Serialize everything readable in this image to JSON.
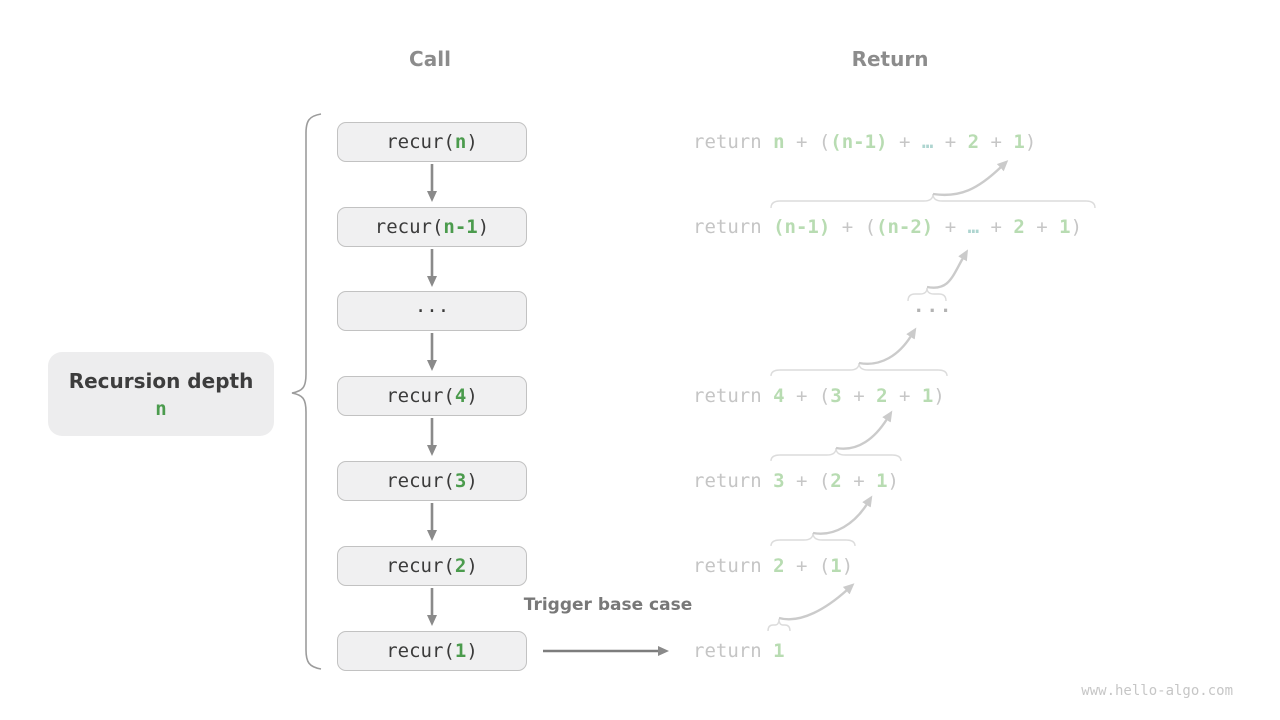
{
  "page": {
    "watermark": "www.hello-algo.com",
    "background": "#ffffff"
  },
  "headers": {
    "call": "Call",
    "return": "Return"
  },
  "depth_label": {
    "line1": "Recursion depth",
    "line2": "n"
  },
  "trigger_label": "Trigger base case",
  "colors": {
    "green_bold": "#4b9b4d",
    "green_light": "#b8dcb2",
    "teal_light": "#aed5d0",
    "code_text": "#3b3b3b",
    "muted_text": "#c5c5c5",
    "header_gray": "#8c8c8c",
    "box_bg": "#f0f0f1",
    "box_border": "#c2c2c2",
    "call_arrow": "#8a8a8a",
    "return_arrow": "#cbcbcb",
    "brace_light": "#dcdcdc",
    "brace_dark": "#9c9c9c"
  },
  "rows": [
    {
      "call": [
        {
          "t": "recur(",
          "c": "code"
        },
        {
          "t": "n",
          "c": "gb"
        },
        {
          "t": ")",
          "c": "code"
        }
      ],
      "ret": [
        {
          "t": "return ",
          "c": "w"
        },
        {
          "t": "n",
          "c": "g"
        },
        {
          "t": " + (",
          "c": "d"
        },
        {
          "t": "(n-1)",
          "c": "g"
        },
        {
          "t": " + ",
          "c": "d"
        },
        {
          "t": "…",
          "c": "t"
        },
        {
          "t": " + ",
          "c": "d"
        },
        {
          "t": "2",
          "c": "g"
        },
        {
          "t": " + ",
          "c": "d"
        },
        {
          "t": "1",
          "c": "g"
        },
        {
          "t": ")",
          "c": "d"
        }
      ]
    },
    {
      "call": [
        {
          "t": "recur(",
          "c": "code"
        },
        {
          "t": "n-1",
          "c": "gb"
        },
        {
          "t": ")",
          "c": "code"
        }
      ],
      "ret": [
        {
          "t": "return ",
          "c": "w"
        },
        {
          "t": "(n-1)",
          "c": "g"
        },
        {
          "t": " + (",
          "c": "d"
        },
        {
          "t": "(n-2)",
          "c": "g"
        },
        {
          "t": " + ",
          "c": "d"
        },
        {
          "t": "…",
          "c": "t"
        },
        {
          "t": " + ",
          "c": "d"
        },
        {
          "t": "2",
          "c": "g"
        },
        {
          "t": " + ",
          "c": "d"
        },
        {
          "t": "1",
          "c": "g"
        },
        {
          "t": ")",
          "c": "d"
        }
      ]
    },
    {
      "call": [
        {
          "t": "···",
          "c": "code"
        }
      ],
      "ret": [
        {
          "t": "···",
          "c": "dots"
        }
      ]
    },
    {
      "call": [
        {
          "t": "recur(",
          "c": "code"
        },
        {
          "t": "4",
          "c": "gb"
        },
        {
          "t": ")",
          "c": "code"
        }
      ],
      "ret": [
        {
          "t": "return ",
          "c": "w"
        },
        {
          "t": "4",
          "c": "g"
        },
        {
          "t": " + (",
          "c": "d"
        },
        {
          "t": "3",
          "c": "g"
        },
        {
          "t": " + ",
          "c": "d"
        },
        {
          "t": "2",
          "c": "g"
        },
        {
          "t": " + ",
          "c": "d"
        },
        {
          "t": "1",
          "c": "g"
        },
        {
          "t": ")",
          "c": "d"
        }
      ]
    },
    {
      "call": [
        {
          "t": "recur(",
          "c": "code"
        },
        {
          "t": "3",
          "c": "gb"
        },
        {
          "t": ")",
          "c": "code"
        }
      ],
      "ret": [
        {
          "t": "return ",
          "c": "w"
        },
        {
          "t": "3",
          "c": "g"
        },
        {
          "t": " + (",
          "c": "d"
        },
        {
          "t": "2",
          "c": "g"
        },
        {
          "t": " + ",
          "c": "d"
        },
        {
          "t": "1",
          "c": "g"
        },
        {
          "t": ")",
          "c": "d"
        }
      ]
    },
    {
      "call": [
        {
          "t": "recur(",
          "c": "code"
        },
        {
          "t": "2",
          "c": "gb"
        },
        {
          "t": ")",
          "c": "code"
        }
      ],
      "ret": [
        {
          "t": "return ",
          "c": "w"
        },
        {
          "t": "2",
          "c": "g"
        },
        {
          "t": " + (",
          "c": "d"
        },
        {
          "t": "1",
          "c": "g"
        },
        {
          "t": ")",
          "c": "d"
        }
      ]
    },
    {
      "call": [
        {
          "t": "recur(",
          "c": "code"
        },
        {
          "t": "1",
          "c": "gb"
        },
        {
          "t": ")",
          "c": "code"
        }
      ],
      "ret": [
        {
          "t": "return ",
          "c": "w"
        },
        {
          "t": "1",
          "c": "g"
        }
      ]
    }
  ]
}
